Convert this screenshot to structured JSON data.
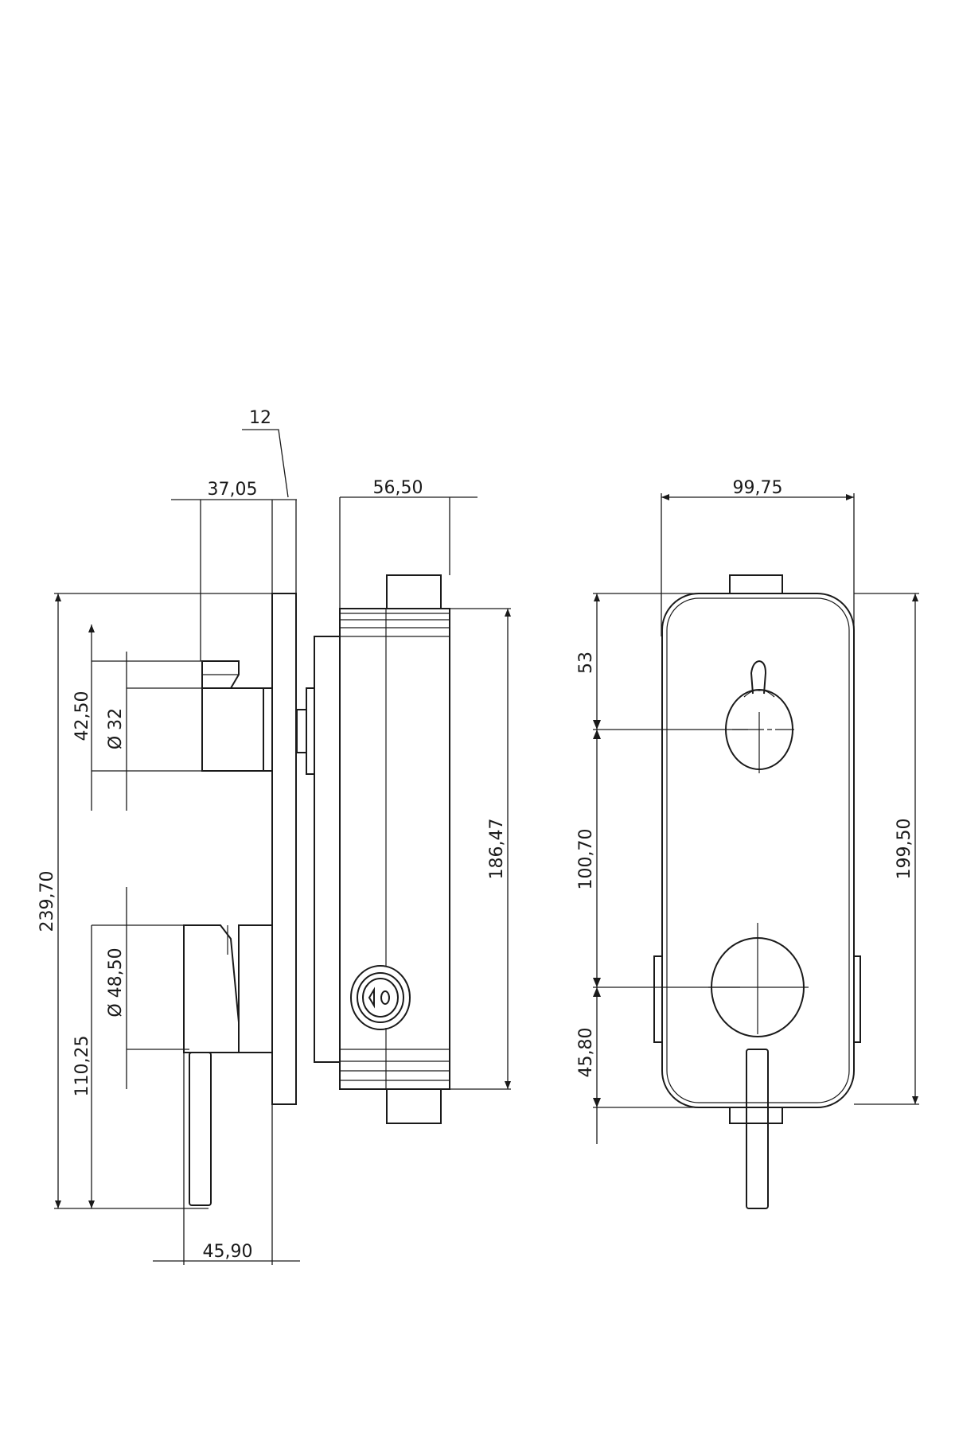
{
  "drawing": {
    "dimensions": {
      "plate_thickness": "12",
      "handle_projection": "37,05",
      "body_depth": "56,50",
      "plate_width": "99,75",
      "total_height": "239,70",
      "upper_offset": "42,50",
      "upper_diameter": "Ø 32",
      "lower_diameter": "Ø 48,50",
      "lower_offset": "110,25",
      "lever_projection": "45,90",
      "body_height": "186,47",
      "top_to_upper": "53",
      "upper_to_lower": "100,70",
      "lower_to_bottom": "45,80",
      "plate_height": "199,50"
    },
    "line_color": "#1a1a1a"
  }
}
